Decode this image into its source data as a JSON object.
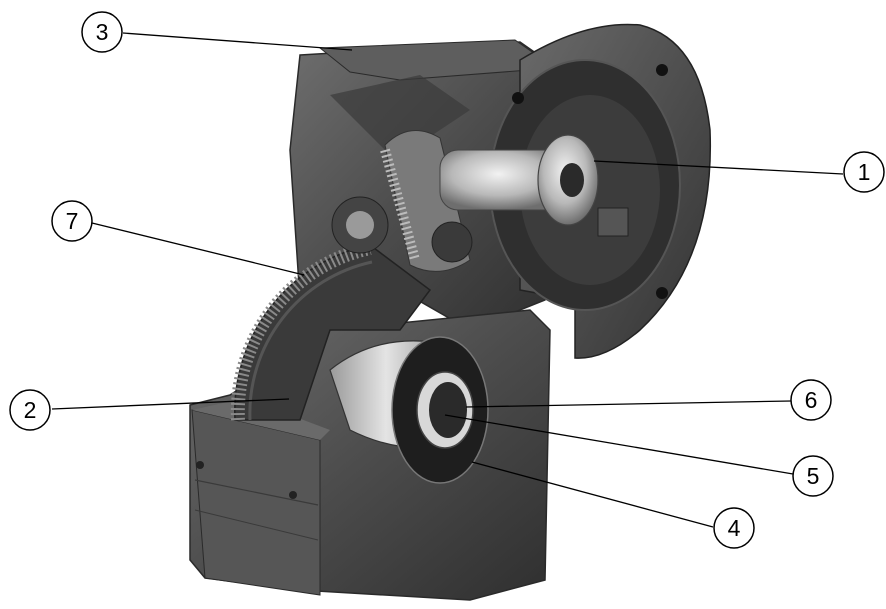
{
  "callouts": [
    {
      "id": "1",
      "label": "1"
    },
    {
      "id": "2",
      "label": "2"
    },
    {
      "id": "3",
      "label": "3"
    },
    {
      "id": "4",
      "label": "4"
    },
    {
      "id": "5",
      "label": "5"
    },
    {
      "id": "6",
      "label": "6"
    },
    {
      "id": "7",
      "label": "7"
    }
  ],
  "colors": {
    "housing": "#4a4a4a",
    "housing_light": "#6a6a6a",
    "housing_dark": "#2e2e2e",
    "metal": "#c9c9c9",
    "gear": "#5a5a5a",
    "leader": "#000000"
  }
}
